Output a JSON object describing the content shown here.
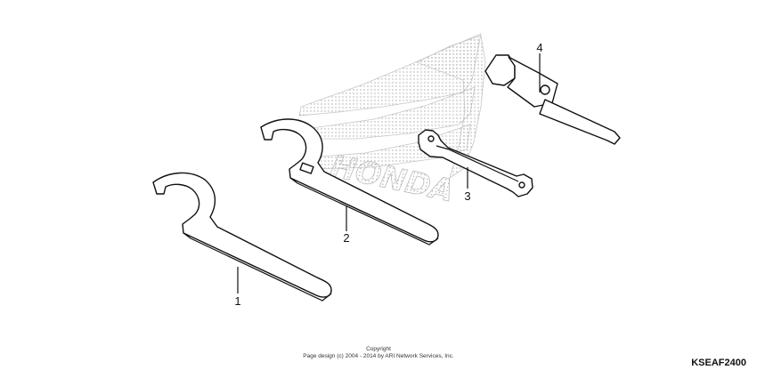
{
  "diagram": {
    "parts": [
      {
        "number": "1"
      },
      {
        "number": "2"
      },
      {
        "number": "3"
      },
      {
        "number": "4"
      }
    ],
    "watermark_text": "HONDA"
  },
  "footer": {
    "copyright_title": "Copyright",
    "copyright_text": "Page design (c) 2004 - 2014 by ARI Network Services, Inc.",
    "diagram_code": "KSEAF2400"
  }
}
